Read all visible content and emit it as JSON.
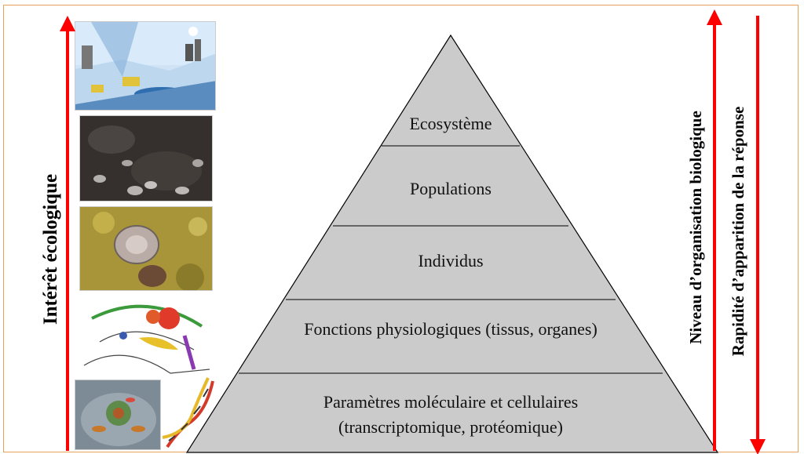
{
  "pyramid": {
    "levels": [
      {
        "label": "Ecosystème"
      },
      {
        "label": "Populations"
      },
      {
        "label": "Individus"
      },
      {
        "label": "Fonctions physiologiques (tissus, organes)"
      },
      {
        "label_line1": "Paramètres moléculaire et cellulaires",
        "label_line2": "(transcriptomique, protéomique)"
      }
    ],
    "fill_color": "#cbcbcb",
    "stroke_color": "#000000"
  },
  "left_axis": {
    "label": "Intérêt écologique",
    "arrow_color": "#ff0000",
    "direction": "up"
  },
  "right_axes": [
    {
      "label": "Niveau d’organisation biologique",
      "arrow_color": "#ff0000",
      "direction": "up"
    },
    {
      "label": "Rapidité d’apparition de la réponse",
      "arrow_color": "#ff0000",
      "direction": "down"
    }
  ],
  "images": [
    {
      "icon": "ecosystem-schematic-icon"
    },
    {
      "icon": "mussel-bed-photo-icon"
    },
    {
      "icon": "limpet-photo-icon"
    },
    {
      "icon": "anatomy-drawing-icon"
    },
    {
      "icon": "cell-illustration-icon"
    },
    {
      "icon": "dna-helix-icon"
    }
  ],
  "frame_color": "#e8a15a"
}
